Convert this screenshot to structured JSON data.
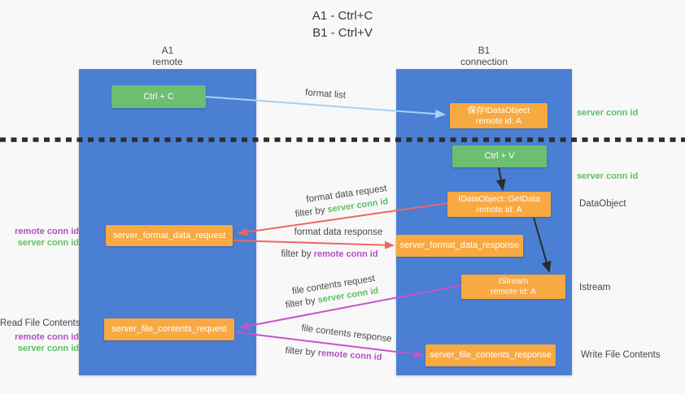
{
  "title": {
    "line1": "A1 - Ctrl+C",
    "line2": "B1 - Ctrl+V"
  },
  "lanes": {
    "a1": {
      "title": "A1",
      "subtitle": "remote"
    },
    "b1": {
      "title": "B1",
      "subtitle": "connection"
    }
  },
  "nodes": {
    "ctrl_c": {
      "label": "Ctrl + C"
    },
    "ctrl_v": {
      "label": "Ctrl + V"
    },
    "save_dataobject": {
      "line1": "保存IDataObject",
      "line2": "remote id: A"
    },
    "getdata": {
      "line1": "IDataObject::GetData",
      "line2": "remote id: A"
    },
    "istream": {
      "line1": "IStream",
      "line2": "remote id: A"
    },
    "format_request": {
      "label": "server_format_data_request"
    },
    "format_response": {
      "label": "server_format_data_response"
    },
    "file_request": {
      "label": "server_file_contents_request"
    },
    "file_response": {
      "label": "server_file_contents_response"
    }
  },
  "right_labels": {
    "server_conn_top": "server conn id",
    "server_conn_mid": "server conn id",
    "dataobject": "DataObject",
    "istream": "Istream",
    "write_file": "Write File Contents"
  },
  "left_labels": {
    "group1": {
      "remote": "remote conn id",
      "server": "server conn id"
    },
    "read_file": "Read File Contents",
    "group2": {
      "remote": "remote conn id",
      "server": "server conn id"
    }
  },
  "arrow_labels": {
    "format_list": "format list",
    "format_data_request": "format data request",
    "format_data_response": "format data response",
    "file_contents_request": "file contents request",
    "file_contents_response": "file contents response",
    "filter_by": "filter by ",
    "server_conn_id": "server conn id",
    "remote_conn_id": "remote conn id"
  },
  "colors": {
    "background": "#f8f8f8",
    "lane_blue": "#4a7fd3",
    "node_green": "#6cbf71",
    "node_orange": "#f8a942",
    "arrow_light_blue": "#a6d3f2",
    "arrow_red": "#e96a60",
    "arrow_magenta": "#c455c8",
    "arrow_black": "#2b2b2b",
    "text_green": "#5cbf63",
    "text_purple": "#b44ec4",
    "text_dark": "#444444"
  }
}
